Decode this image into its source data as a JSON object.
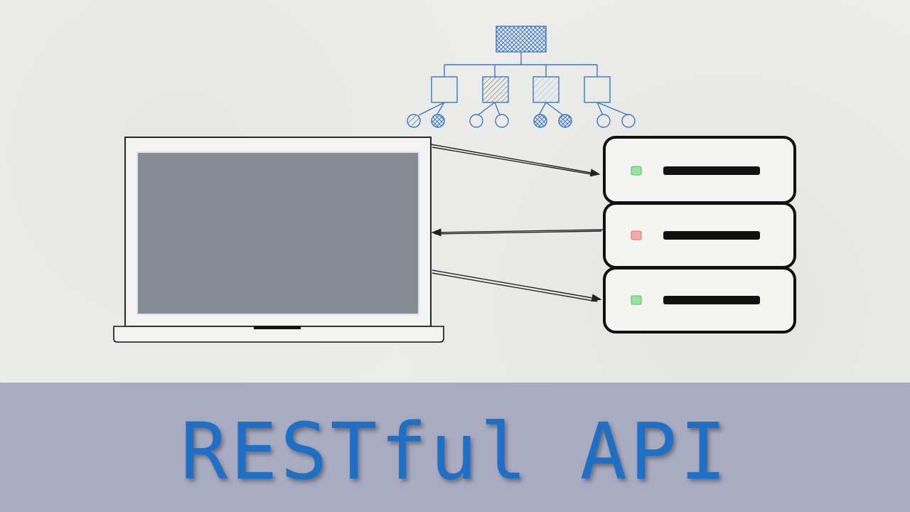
{
  "title": "RESTful API",
  "colors": {
    "background": "#ececea",
    "banner": "#a8abc2",
    "title_text": "#1f6fc5",
    "tree_stroke": "#3a78c9",
    "screen_fill": "#848b93",
    "server_ok_led": "#9be3a5",
    "server_error_led": "#f5a9a9"
  },
  "icons": {
    "laptop": "laptop-icon",
    "server_rack": "server-stack-icon",
    "hierarchy": "tree-hierarchy-icon"
  },
  "servers": [
    {
      "status": "ok"
    },
    {
      "status": "error"
    },
    {
      "status": "ok"
    }
  ]
}
